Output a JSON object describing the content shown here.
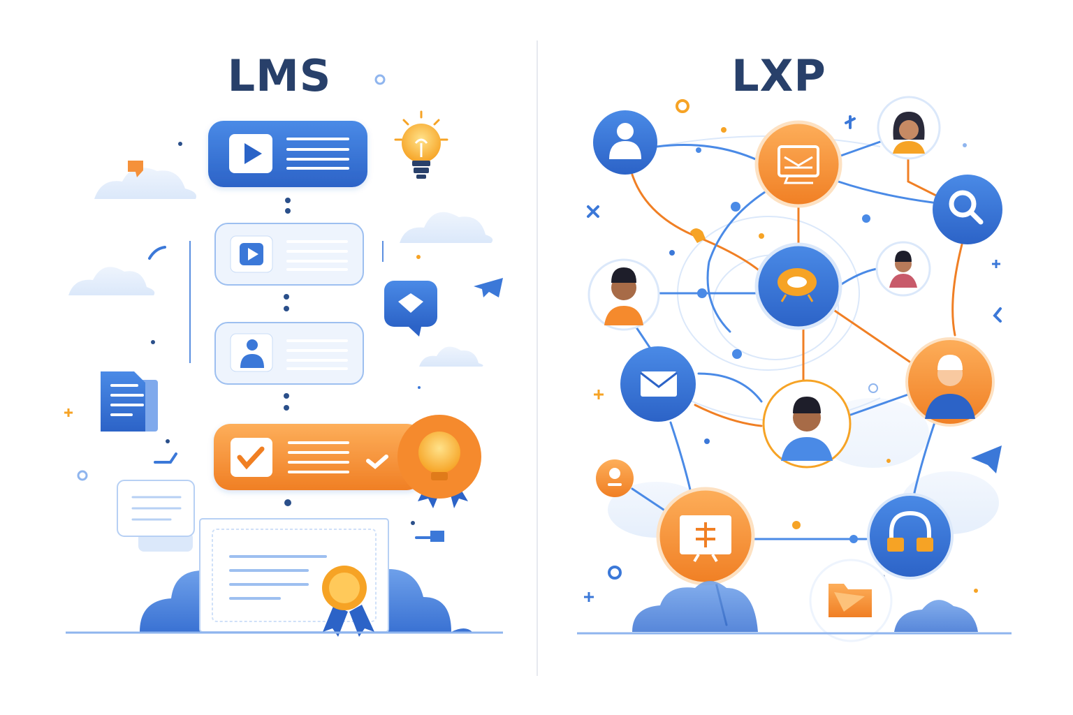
{
  "lms": {
    "title": "LMS"
  },
  "lxp": {
    "title": "LXP"
  },
  "colors": {
    "blue": "#3b78d8",
    "blue_dark": "#2a5fbf",
    "blue_light": "#e8f1fc",
    "orange": "#f5913a",
    "orange_light": "#fdb063",
    "title": "#28406a"
  },
  "lms_steps": [
    {
      "icon": "play-icon",
      "style": "solid-blue"
    },
    {
      "icon": "play-icon",
      "style": "outline-light"
    },
    {
      "icon": "user-icon",
      "style": "outline-light"
    },
    {
      "icon": "check-icon",
      "style": "solid-orange"
    }
  ],
  "lxp_nodes": [
    {
      "icon": "user-icon",
      "style": "blue"
    },
    {
      "icon": "chat-icon",
      "style": "orange"
    },
    {
      "icon": "avatar-woman",
      "style": "white"
    },
    {
      "icon": "search-icon",
      "style": "blue"
    },
    {
      "icon": "avatar-man",
      "style": "white"
    },
    {
      "icon": "hub-icon",
      "style": "blue"
    },
    {
      "icon": "avatar-woman-pink",
      "style": "white"
    },
    {
      "icon": "mail-icon",
      "style": "blue"
    },
    {
      "icon": "avatar-man-blue",
      "style": "white"
    },
    {
      "icon": "avatar-man-orange",
      "style": "orange"
    },
    {
      "icon": "pin-icon",
      "style": "orange"
    },
    {
      "icon": "board-icon",
      "style": "orange"
    },
    {
      "icon": "headset-icon",
      "style": "blue"
    },
    {
      "icon": "folder-icon",
      "style": "white"
    }
  ]
}
